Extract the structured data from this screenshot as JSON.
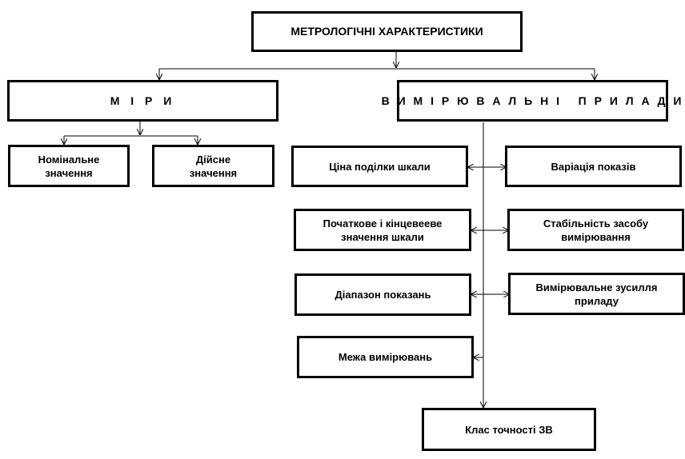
{
  "title": "МЕТРОЛОГІЧНІ ХАРАКТЕРИСТИКИ",
  "left_branch": {
    "label": "М І Р И",
    "children": [
      "Номінальне значення",
      "Дійсне значення"
    ]
  },
  "right_branch": {
    "label": "В И М І Р Ю В А Л Ь Н І   П Р И Л А Д И",
    "left_items": [
      "Ціна поділки шкали",
      "Початкове і кінцевеeве значення шкали",
      "Діапазон показань",
      "Межа вимірювань"
    ],
    "right_items": [
      "Варіація показів",
      "Стабільність засобу вимірювання",
      "Вимірювальне зусилля приладу"
    ],
    "bottom_item": "Клас точності ЗВ"
  }
}
